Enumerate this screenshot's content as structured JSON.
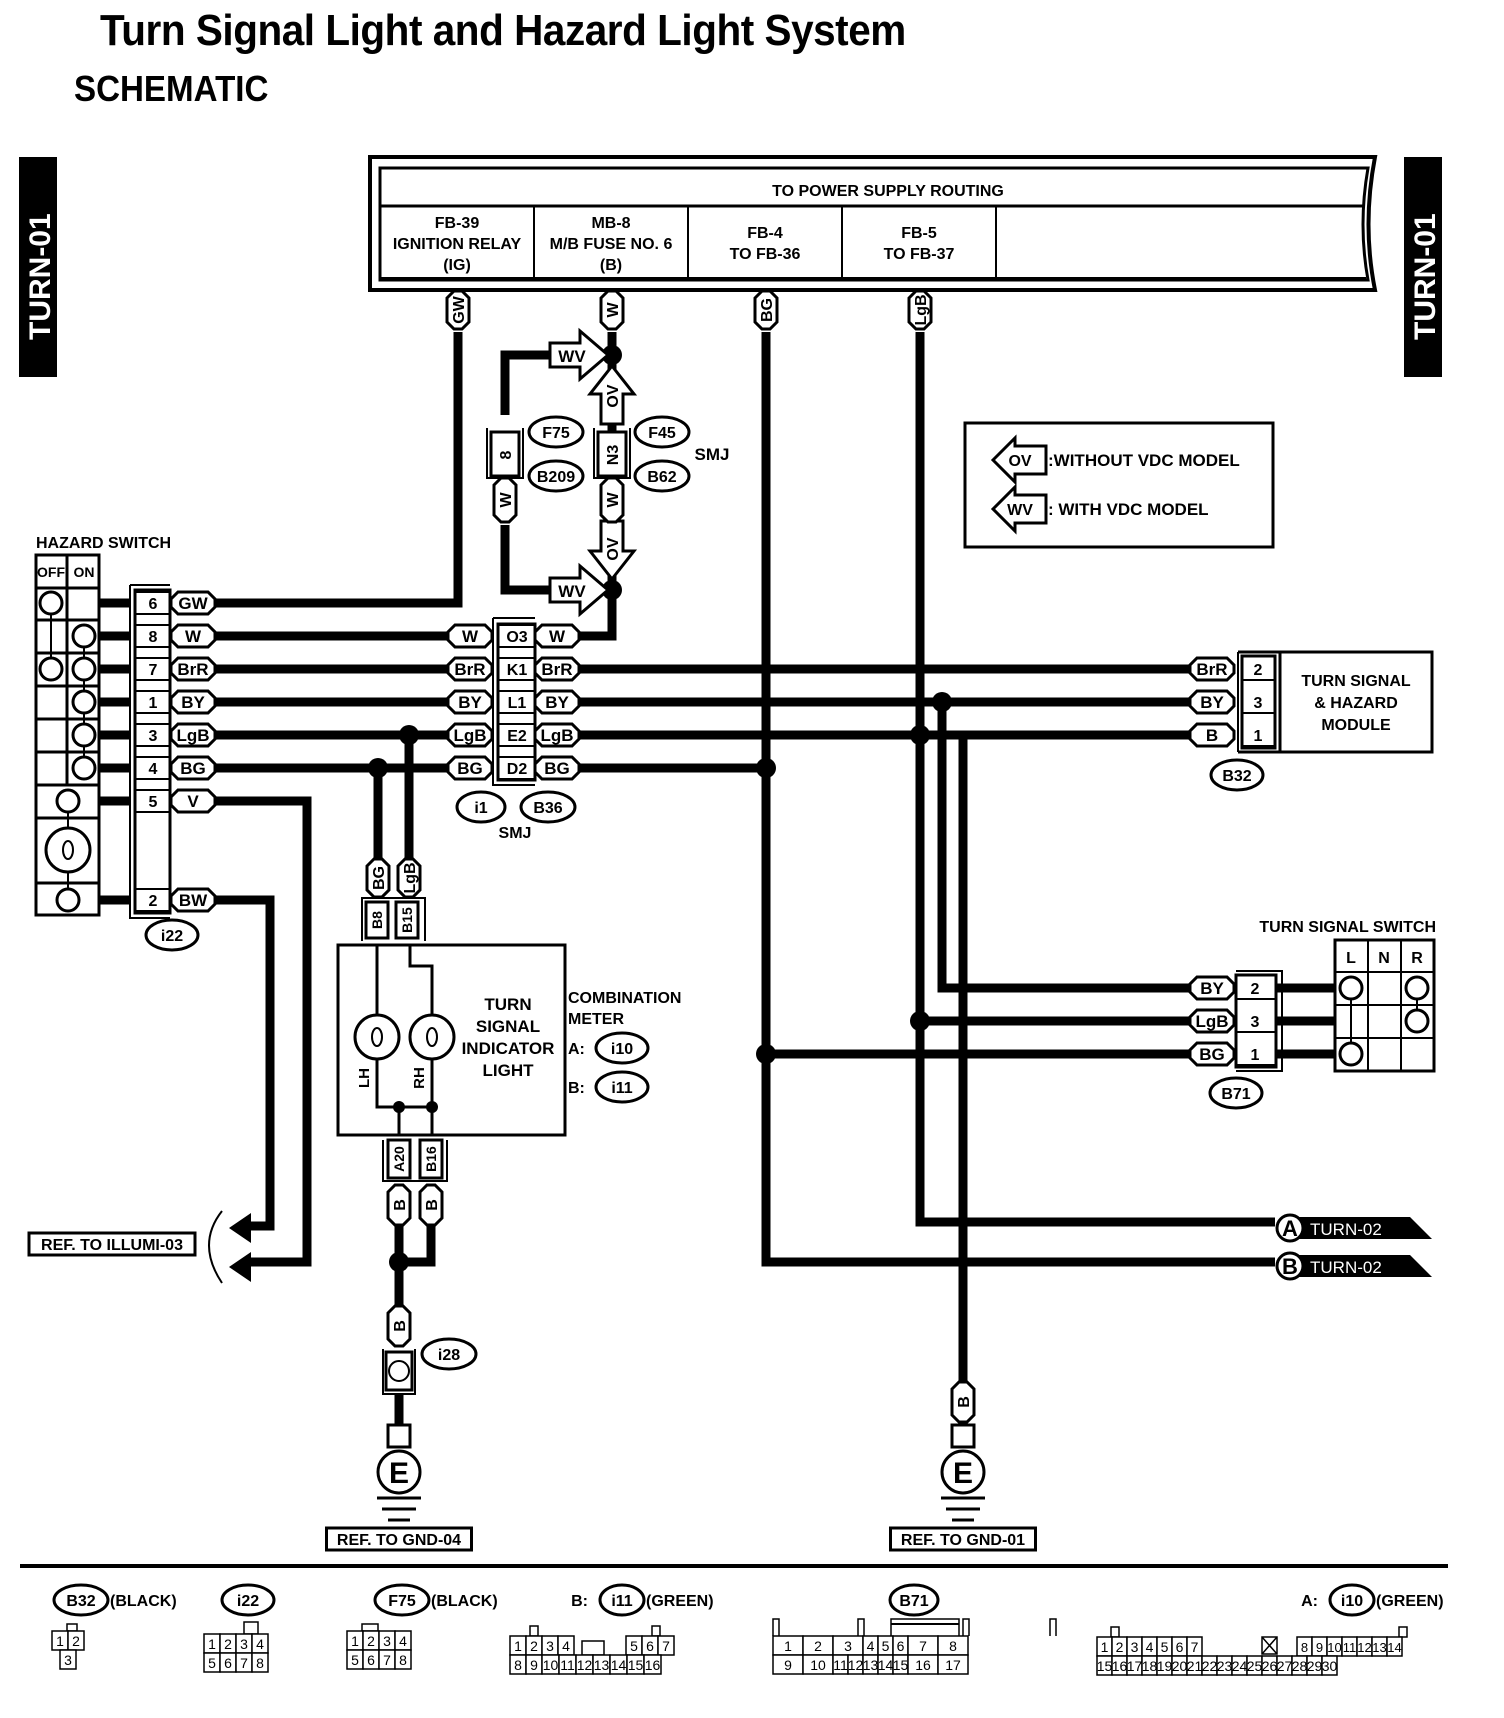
{
  "header": {
    "title": "Turn Signal Light and Hazard Light System",
    "subtitle": "SCHEMATIC",
    "page_tag_left": "TURN-01",
    "page_tag_right": "TURN-01"
  },
  "power_supply": {
    "title": "TO POWER SUPPLY ROUTING",
    "cells": [
      {
        "lines": [
          "FB-39",
          "IGNITION RELAY",
          "(IG)"
        ],
        "wire": "GW"
      },
      {
        "lines": [
          "MB-8",
          "M/B FUSE NO. 6",
          "(B)"
        ],
        "wire": "W"
      },
      {
        "lines": [
          "FB-4",
          "TO FB-36"
        ],
        "wire": "BG"
      },
      {
        "lines": [
          "FB-5",
          "TO FB-37"
        ],
        "wire": "LgB"
      }
    ]
  },
  "vdc_branch": {
    "arrows": [
      "WV",
      "OV",
      "OV",
      "WV"
    ],
    "left_connector": {
      "pin": "8",
      "wire": "W",
      "ids": [
        "F75",
        "B209"
      ]
    },
    "right_connector": {
      "pin": "N3",
      "wire": "W",
      "ids": [
        "F45",
        "B62"
      ],
      "label": "SMJ"
    }
  },
  "legend": {
    "items": [
      {
        "symbol": "OV",
        "text": ":WITHOUT VDC MODEL"
      },
      {
        "symbol": "WV",
        "text": ": WITH VDC MODEL"
      }
    ]
  },
  "hazard_switch": {
    "title": "HAZARD SWITCH",
    "columns": [
      "OFF",
      "ON"
    ],
    "connector_id": "i22",
    "pins": [
      {
        "pin": "6",
        "wire": "GW"
      },
      {
        "pin": "8",
        "wire": "W"
      },
      {
        "pin": "7",
        "wire": "BrR"
      },
      {
        "pin": "1",
        "wire": "BY"
      },
      {
        "pin": "3",
        "wire": "LgB"
      },
      {
        "pin": "4",
        "wire": "BG"
      },
      {
        "pin": "5",
        "wire": "V"
      },
      {
        "pin": "2",
        "wire": "BW"
      }
    ]
  },
  "smj_joint": {
    "ids": [
      "i1",
      "B36"
    ],
    "label": "SMJ",
    "rows": [
      {
        "left": "W",
        "pin": "O3",
        "right": "W"
      },
      {
        "left": "BrR",
        "pin": "K1",
        "right": "BrR"
      },
      {
        "left": "BY",
        "pin": "L1",
        "right": "BY"
      },
      {
        "left": "LgB",
        "pin": "E2",
        "right": "LgB"
      },
      {
        "left": "BG",
        "pin": "D2",
        "right": "BG"
      }
    ]
  },
  "module": {
    "title_lines": [
      "TURN SIGNAL",
      "& HAZARD",
      "MODULE"
    ],
    "connector_id": "B32",
    "pins": [
      {
        "wire": "BrR",
        "pin": "2"
      },
      {
        "wire": "BY",
        "pin": "3"
      },
      {
        "wire": "B",
        "pin": "1"
      }
    ]
  },
  "turn_switch": {
    "title": "TURN SIGNAL SWITCH",
    "columns": [
      "L",
      "N",
      "R"
    ],
    "connector_id": "B71",
    "pins": [
      {
        "wire": "BY",
        "pin": "2"
      },
      {
        "wire": "LgB",
        "pin": "3"
      },
      {
        "wire": "BG",
        "pin": "1"
      }
    ]
  },
  "meter": {
    "top_wires": [
      "BG",
      "LgB"
    ],
    "top_pins": [
      "B8",
      "B15"
    ],
    "label_lines": [
      "TURN",
      "SIGNAL",
      "INDICATOR",
      "LIGHT"
    ],
    "bulbs": [
      "LH",
      "RH"
    ],
    "bottom_pins": [
      "A20",
      "B16"
    ],
    "bottom_wires": [
      "B",
      "B"
    ],
    "title_lines": [
      "COMBINATION",
      "METER"
    ],
    "connectors": [
      {
        "prefix": "A:",
        "id": "i10"
      },
      {
        "prefix": "B:",
        "id": "i11"
      }
    ]
  },
  "grounds": {
    "left": {
      "wire": "B",
      "connector_id": "i28",
      "symbol": "E",
      "ref": "REF. TO GND-04"
    },
    "right": {
      "wire": "B",
      "symbol": "E",
      "ref": "REF. TO GND-01"
    }
  },
  "refs": {
    "illumi": "REF. TO ILLUMI-03",
    "turn02": [
      {
        "letter": "A",
        "text": "TURN-02"
      },
      {
        "letter": "B",
        "text": "TURN-02"
      }
    ]
  },
  "connector_views": [
    {
      "id": "B32",
      "prefix": "",
      "color": "(BLACK)",
      "rows": [
        [
          "1",
          "2"
        ],
        [
          "3"
        ]
      ]
    },
    {
      "id": "i22",
      "prefix": "",
      "color": "",
      "rows": [
        [
          "1",
          "2",
          "3",
          "4"
        ],
        [
          "5",
          "6",
          "7",
          "8"
        ]
      ]
    },
    {
      "id": "F75",
      "prefix": "",
      "color": "(BLACK)",
      "rows": [
        [
          "1",
          "2",
          "3",
          "4"
        ],
        [
          "5",
          "6",
          "7",
          "8"
        ]
      ]
    },
    {
      "id": "i11",
      "prefix": "B:",
      "color": "(GREEN)",
      "rows": [
        [
          "1",
          "2",
          "3",
          "4",
          "",
          "",
          "5",
          "6",
          "7"
        ],
        [
          "8",
          "9",
          "10",
          "11",
          "12",
          "13",
          "14",
          "15",
          "16"
        ]
      ]
    },
    {
      "id": "B71",
      "prefix": "",
      "color": "",
      "rows": [
        [
          "1",
          "2",
          "3",
          "4",
          "5",
          "6",
          "7",
          "8"
        ],
        [
          "9",
          "10",
          "11",
          "12",
          "13",
          "14",
          "15",
          "16",
          "17"
        ]
      ]
    },
    {
      "id": "i10",
      "prefix": "A:",
      "color": "(GREEN)",
      "rows": [
        [
          "1",
          "2",
          "3",
          "4",
          "5",
          "6",
          "7",
          "X",
          "8",
          "9",
          "10",
          "11",
          "12",
          "13",
          "14"
        ],
        [
          "15",
          "16",
          "17",
          "18",
          "19",
          "20",
          "21",
          "22",
          "23",
          "24",
          "25",
          "26",
          "27",
          "28",
          "29",
          "30"
        ]
      ]
    }
  ]
}
